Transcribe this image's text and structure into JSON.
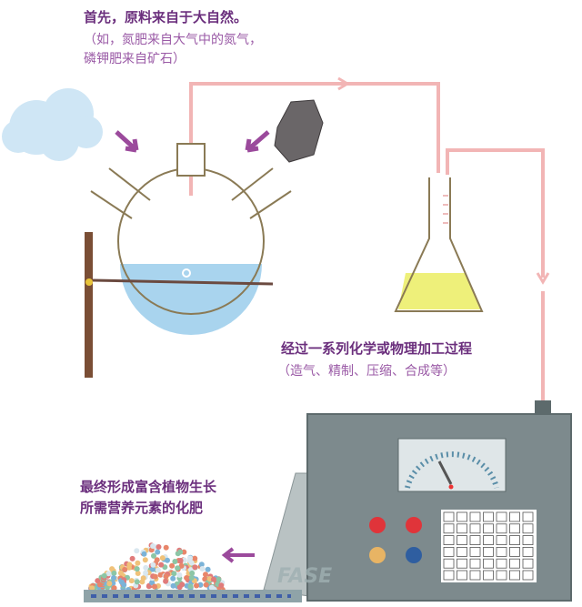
{
  "step1": {
    "title": "首先，原料来自于大自然。",
    "note_line1": "（如，氮肥来自大气中的氮气，",
    "note_line2": "磷钾肥来自矿石）"
  },
  "step2": {
    "title": "经过一系列化学或物理加工过程",
    "note": "（造气、精制、压缩、合成等）"
  },
  "step3": {
    "title_line1": "最终形成富含植物生长",
    "title_line2": "所需营养元素的化肥"
  },
  "watermark": "FASE",
  "colors": {
    "heading": "#6b2f7d",
    "note": "#9a5aa6",
    "pipe": "#f2b5b5",
    "machine": "#7d8a8d",
    "liquid_blue": "#a9d4ee",
    "liquid_yellow": "#eef07a",
    "arrow": "#9b4a9c"
  }
}
